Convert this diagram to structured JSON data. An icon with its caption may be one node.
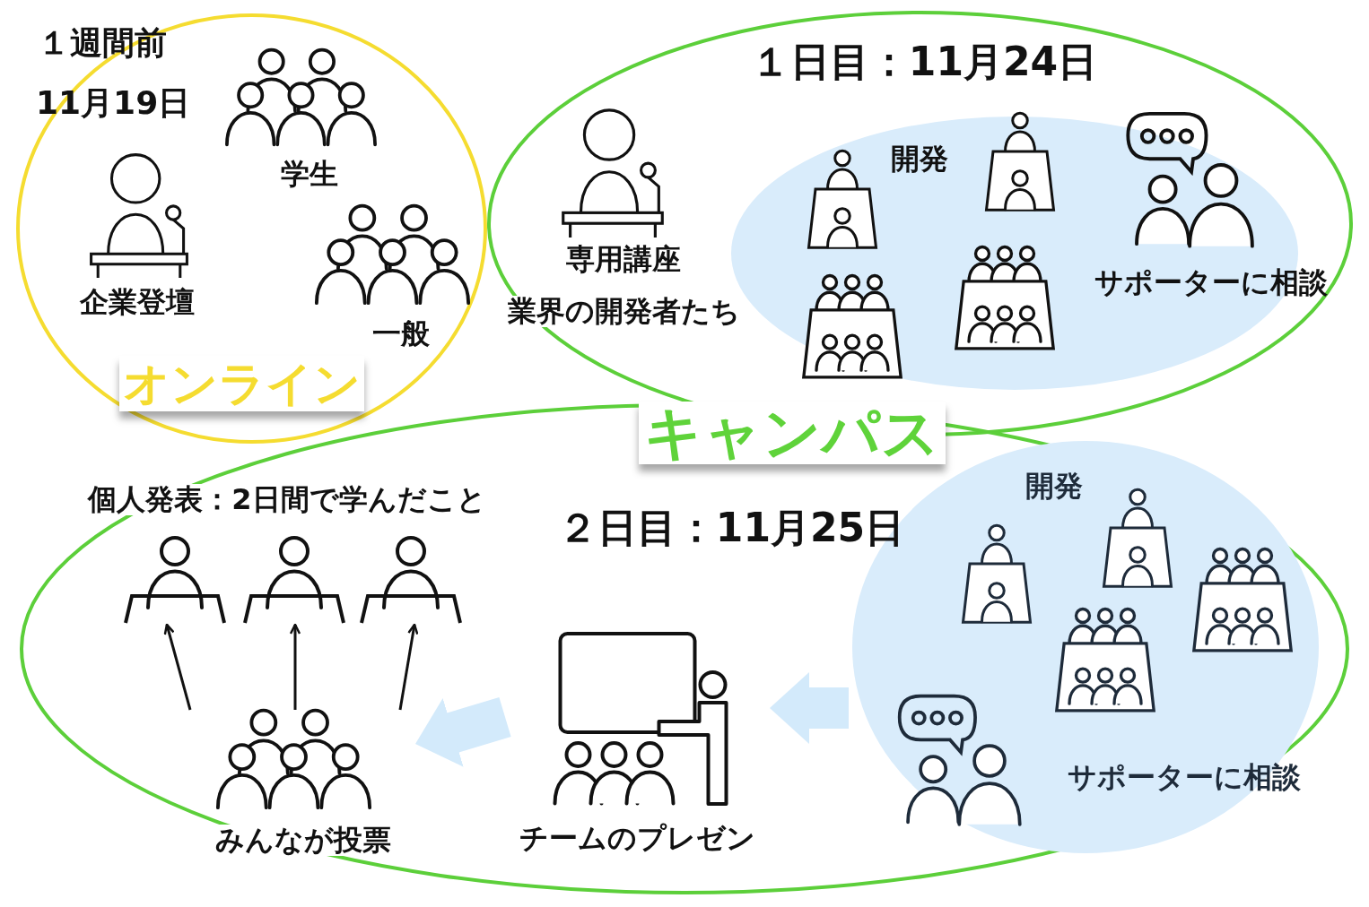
{
  "diagram": {
    "nodes": [
      {
        "text": [
          "１週間前",
          "11月19日",
          "オンライン"
        ]
      },
      {
        "text": [
          "企業登壇"
        ],
        "in": 0
      },
      {
        "text": [
          "学生"
        ],
        "in": 0
      },
      {
        "text": [
          "一般"
        ],
        "in": 0
      },
      {
        "text": [
          "１日目：11月24日"
        ]
      },
      {
        "text": [
          "専用講座",
          "業界の開発者たち"
        ],
        "in": 4
      },
      {
        "text": [
          "開発"
        ],
        "in": 4
      },
      {
        "text": [
          "サポーターに相談"
        ],
        "in": 4
      },
      {
        "text": [
          "２日目：11月25日"
        ]
      },
      {
        "text": [
          "開発"
        ],
        "in": 8
      },
      {
        "text": [
          "サポーターに相談"
        ],
        "in": 9
      },
      {
        "text": [
          "チームのプレゼン"
        ],
        "in": 8
      },
      {
        "text": [
          "みんなが投票"
        ],
        "in": 8
      },
      {
        "text": [
          "個人発表：2日間で学んだこと"
        ],
        "in": 8
      },
      {
        "text": [],
        "shape": "person",
        "in": 8
      },
      {
        "text": [],
        "shape": "person",
        "in": 8
      },
      {
        "text": [],
        "shape": "person",
        "in": 8
      }
    ],
    "edges": [
      {
        "from": 9,
        "to": 11,
        "arrow": "to",
        "color": "#d3eafb",
        "style": "thick"
      },
      {
        "from": 11,
        "to": 12,
        "arrow": "to",
        "color": "#d3eafb",
        "style": "thick"
      },
      {
        "from": 12,
        "to": 14,
        "arrow": "to"
      },
      {
        "from": 12,
        "to": 15,
        "arrow": "to"
      },
      {
        "from": 12,
        "to": 16,
        "arrow": "to"
      }
    ],
    "labels": [
      "キャンパス"
    ]
  }
}
